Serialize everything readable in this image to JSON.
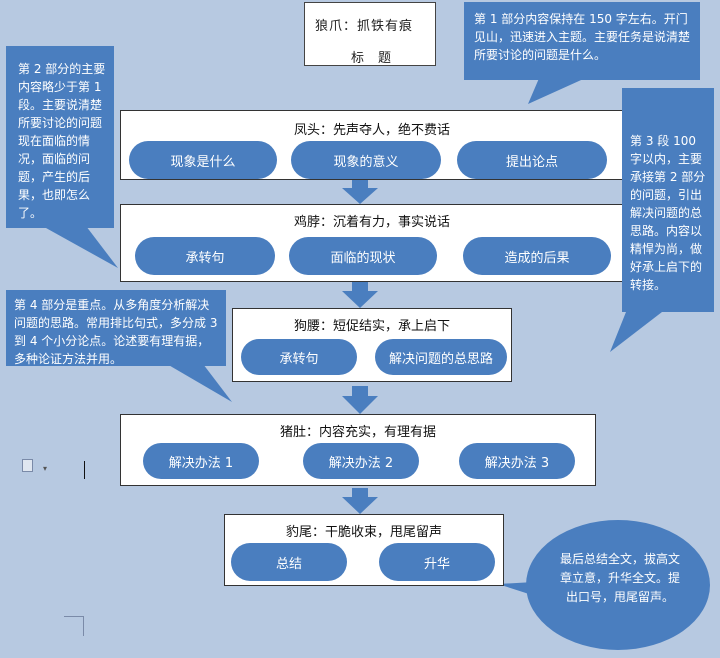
{
  "title": {
    "line1": "狼爪：抓铁有痕",
    "line2": "标题"
  },
  "sections": [
    {
      "title": "凤头：先声夺人，绝不费话",
      "pills": [
        "现象是什么",
        "现象的意义",
        "提出论点"
      ]
    },
    {
      "title": "鸡脖：沉着有力，事实说话",
      "pills": [
        "承转句",
        "面临的现状",
        "造成的后果"
      ]
    },
    {
      "title": "狗腰：短促结实，承上启下",
      "pills": [
        "承转句",
        "解决问题的总思路"
      ]
    },
    {
      "title": "猪肚：内容充实，有理有据",
      "pills": [
        "解决办法 1",
        "解决办法 2",
        "解决办法 3"
      ]
    },
    {
      "title": "豹尾：干脆收束，甩尾留声",
      "pills": [
        "总结",
        "升华"
      ]
    }
  ],
  "callouts": {
    "part1": "第 1 部分内容保持在 150 字左右。开门见山，迅速进入主题。主要任务是说清楚所要讨论的问题是什么。",
    "part2": "第 2 部分的主要内容略少于第 1 段。主要说清楚所要讨论的问题现在面临的情况，面临的问题，产生的后果，也即怎么了。",
    "part3": "第 3 段 100 字以内，主要承接第 2 部分的问题，引出解决问题的总思路。内容以精悍为尚，做好承上启下的转接。",
    "part4": "第 4 部分是重点。从多角度分析解决问题的思路。常用排比句式，多分成 3 到 4 个小分论点。论述要有理有据，多种论证方法并用。",
    "ending": "最后总结全文，拔高文章立意，升华全文。提出口号，甩尾留声。"
  },
  "colors": {
    "background": "#b7c9e1",
    "shape": "#4a7ebf",
    "arrow": "#4a7ebf"
  }
}
